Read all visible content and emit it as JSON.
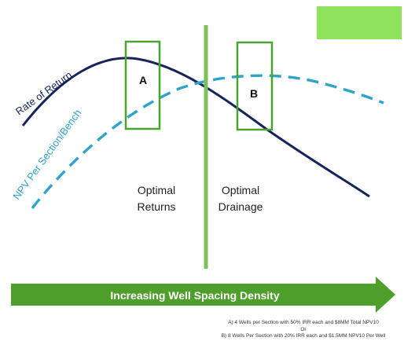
{
  "curves": {
    "rate_of_return_label": "Rate of Return",
    "npv_label": "NPV Per Section/Bench"
  },
  "boxes": {
    "a_label": "A",
    "b_label": "B"
  },
  "regions": {
    "left_line1": "Optimal",
    "left_line2": "Returns",
    "right_line1": "Optimal",
    "right_line2": "Drainage"
  },
  "arrow": {
    "label": "Increasing Well Spacing Density"
  },
  "footnote": {
    "line1": "A) 4 Wells per Section with 50% IRR each and $8MM Total NPV10",
    "line2": "Or",
    "line3": "B) 8 Wells Per Section with 20% IRR each and $1.5MM NPV10 Per Well"
  },
  "colors": {
    "rate_of_return_curve": "#16245c",
    "npv_curve": "#2ea3cc",
    "box_outline": "#4aa32e",
    "divider": "#7cc05a",
    "arrow_fill": "#4d9e2a",
    "arrow_text": "#ffffff",
    "corner_patch": "#8fe35c"
  }
}
